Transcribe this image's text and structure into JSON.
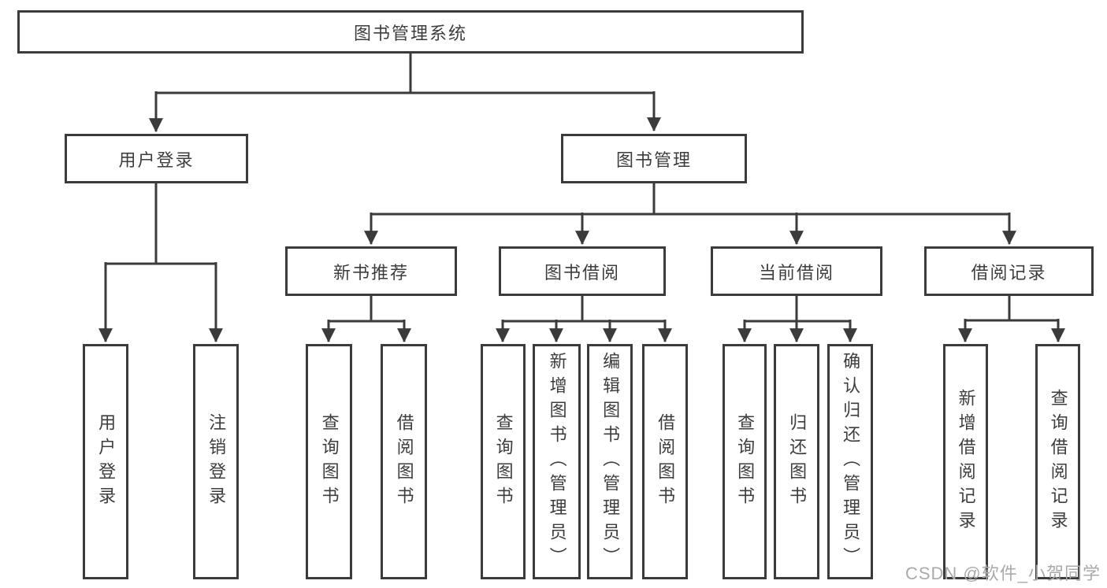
{
  "tree": {
    "root": {
      "label": "图书管理系统"
    },
    "branches": [
      {
        "label": "用户登录",
        "children": [
          {
            "label": "用户登录"
          },
          {
            "label": "注销登录"
          }
        ]
      },
      {
        "label": "图书管理",
        "sections": [
          {
            "label": "新书推荐",
            "children": [
              {
                "label": "查询图书"
              },
              {
                "label": "借阅图书"
              }
            ]
          },
          {
            "label": "图书借阅",
            "children": [
              {
                "label": "查询图书"
              },
              {
                "label": "新增图书（管理员）"
              },
              {
                "label": "编辑图书（管理员）"
              },
              {
                "label": "借阅图书"
              }
            ]
          },
          {
            "label": "当前借阅",
            "children": [
              {
                "label": "查询图书"
              },
              {
                "label": "归还图书"
              },
              {
                "label": "确认归还（管理员）"
              }
            ]
          },
          {
            "label": "借阅记录",
            "children": [
              {
                "label": "新增借阅记录"
              },
              {
                "label": "查询借阅记录"
              }
            ]
          }
        ]
      }
    ]
  },
  "colors": {
    "line": "#3b3b3b",
    "text": "#3d3d3d",
    "watermark": "#aaaaaa"
  },
  "watermark": "CSDN @软件_小贺同学"
}
